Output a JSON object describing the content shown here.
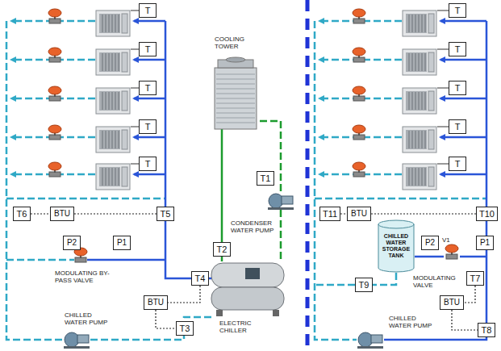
{
  "diagram": {
    "nodes": [
      {
        "text": [
          "T"
        ]
      },
      {
        "text": [
          "T"
        ]
      },
      {
        "text": [
          "T"
        ]
      },
      {
        "text": [
          "T"
        ]
      },
      {
        "text": [
          "T"
        ]
      },
      {
        "text": [
          "T6"
        ]
      },
      {
        "text": [
          "BTU"
        ]
      },
      {
        "text": [
          "T5"
        ]
      },
      {
        "text": [
          "P2"
        ]
      },
      {
        "text": [
          "P1"
        ]
      },
      {
        "text": [
          "T1"
        ]
      },
      {
        "text": [
          "T2"
        ]
      },
      {
        "text": [
          "T4"
        ]
      },
      {
        "text": [
          "BTU"
        ]
      },
      {
        "text": [
          "T3"
        ]
      },
      {
        "text": [
          "T"
        ]
      },
      {
        "text": [
          "T"
        ]
      },
      {
        "text": [
          "T"
        ]
      },
      {
        "text": [
          "T"
        ]
      },
      {
        "text": [
          "T"
        ]
      },
      {
        "text": [
          "T11"
        ]
      },
      {
        "text": [
          "BTU"
        ]
      },
      {
        "text": [
          "T10"
        ]
      },
      {
        "text": [
          "CHILLED WATER STORAGE TANK"
        ]
      },
      {
        "text": [
          "P2"
        ]
      },
      {
        "text": [
          "P1"
        ]
      },
      {
        "text": [
          "T9"
        ]
      },
      {
        "text": [
          "T7"
        ]
      },
      {
        "text": [
          "BTU"
        ]
      },
      {
        "text": [
          "T8"
        ]
      }
    ],
    "edges": [
      {
        "from": 5,
        "to": 6,
        "arrow": "none"
      },
      {
        "from": 6,
        "to": 7,
        "arrow": "none"
      },
      {
        "from": 12,
        "to": 13,
        "arrow": "none"
      },
      {
        "from": 13,
        "to": 14,
        "arrow": "none"
      },
      {
        "from": 20,
        "to": 21,
        "arrow": "none"
      },
      {
        "from": 21,
        "to": 22,
        "arrow": "none"
      },
      {
        "from": 27,
        "to": 28,
        "arrow": "none"
      },
      {
        "from": 28,
        "to": 29,
        "arrow": "none"
      }
    ],
    "labels": [
      "COOLING TOWER",
      "CONDENSER WATER PUMP",
      "MODULATING BY-PASS VALVE",
      "CHILLED WATER PUMP",
      "ELECTRIC CHILLER",
      "V1",
      "MODULATING VALVE",
      "CHILLED WATER PUMP"
    ]
  }
}
